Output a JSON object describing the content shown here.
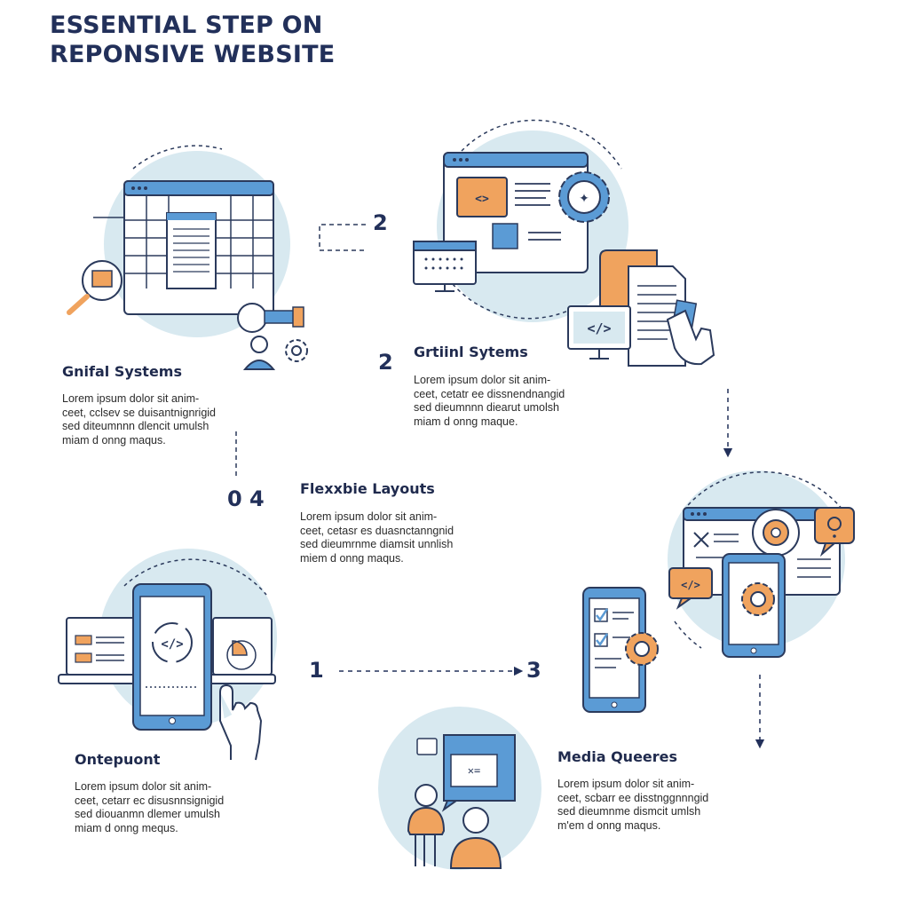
{
  "title": {
    "line1": "ESSENTIAL STEP ON",
    "line2": "REPONSIVE WEBSITE"
  },
  "steps": [
    {
      "heading": "Gnifal Systems",
      "body": "Lorem ipsum dolor sit anim-\nceet, cclsev se duisantnignrigid\nsed diteumnnn dlencit umulsh\nmiam d onng maqus."
    },
    {
      "heading": "Grtiinl Sytems",
      "body": "Lorem ipsum dolor sit anim-\nceet, cetatr ee dissnendnangid\nsed dieumnnn diearut umolsh\nmiam d onng maque."
    },
    {
      "heading": "Flexxbie Layouts",
      "body": "Lorem ipsum dolor sit anim-\nceet, cetasr es duasnctanngnid\nsed dieumrnme diamsit unnlish\nmiem d onng maqus."
    },
    {
      "heading": "Ontepuont",
      "body": "Lorem ipsum dolor sit anim-\nceet, cetarr ec disusnnsignigid\nsed diouanmn dlemer umulsh\nmiam d onng mequs."
    },
    {
      "heading": "Media Queeres",
      "body": "Lorem ipsum dolor sit anim-\nceet, scbarr ee disstnggnnngid\nsed dieumnme dismcit umlsh\nm'em d onng maqus."
    }
  ],
  "numbers": {
    "n2_top": "2",
    "n2_mid": "2",
    "n04": "0 4",
    "n1": "1",
    "n3": "3"
  },
  "icons": [
    "browser-grid-icon",
    "magnifier-icon",
    "person-icon",
    "gear-icon",
    "code-tag-icon",
    "document-icon",
    "smartphone-icon",
    "laptop-icon",
    "chat-bubble-icon",
    "checklist-icon",
    "hand-pointer-icon"
  ],
  "colors": {
    "navy": "#22305a",
    "blue": "#5b9bd5",
    "orange": "#f0a35e",
    "circle": "#d8e9f0",
    "outline": "#2b3a5c"
  }
}
